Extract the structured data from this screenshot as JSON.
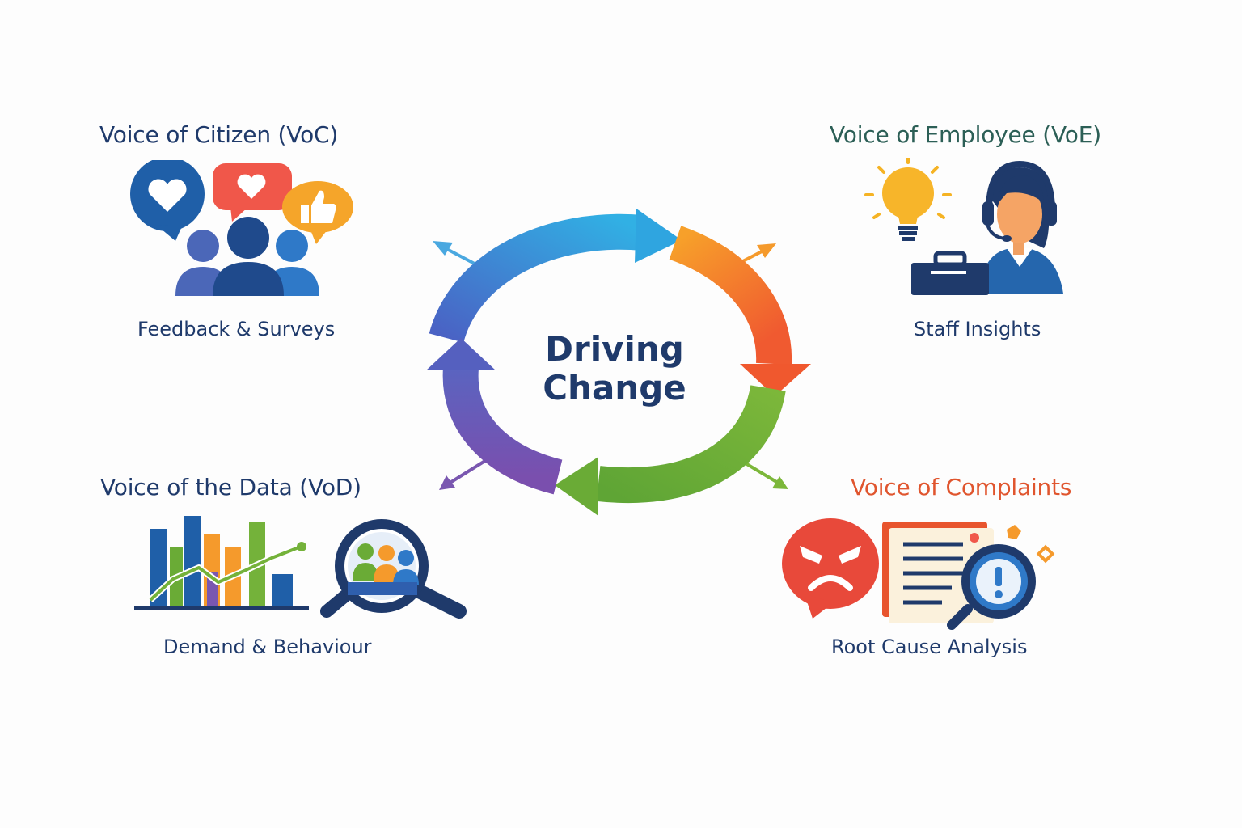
{
  "center": {
    "line1": "Driving",
    "line2": "Change"
  },
  "quadrants": {
    "citizen": {
      "title": "Voice of Citizen (VoC)",
      "subtitle": "Feedback & Surveys",
      "title_color": "#1f3a6b"
    },
    "employee": {
      "title": "Voice of Employee (VoE)",
      "subtitle": "Staff Insights",
      "title_color": "#2c5f56"
    },
    "data": {
      "title": "Voice of the Data (VoD)",
      "subtitle": "Demand & Behaviour",
      "title_color": "#1f3a6b"
    },
    "complaints": {
      "title": "Voice of Complaints",
      "subtitle": "Root Cause Analysis",
      "title_color": "#e0552e"
    }
  },
  "icons": {
    "citizen": "people-speech-bubbles-icon",
    "employee": "lightbulb-headset-agent-icon",
    "data": "bar-chart-magnifier-icon",
    "complaints": "angry-face-document-magnifier-icon"
  },
  "colors": {
    "blue": "#2f8fd8",
    "orange": "#f58b2a",
    "green": "#74b23a",
    "purple": "#7a57b0",
    "navy": "#1f3a6b",
    "red": "#e44b34"
  }
}
